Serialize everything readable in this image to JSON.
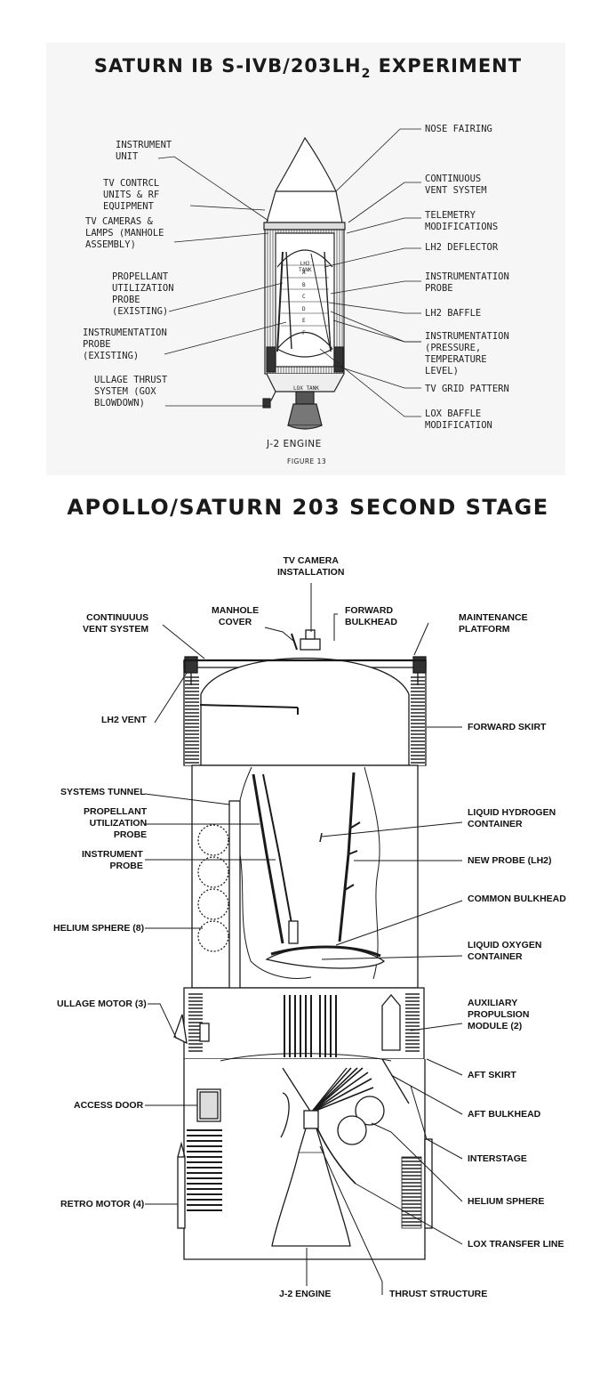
{
  "figure1": {
    "title_main": "SATURN IB S-IVB/203LH",
    "title_sub": "2",
    "title_end": " EXPERIMENT",
    "caption_engine": "J-2 ENGINE",
    "caption_figure": "FIGURE 13",
    "tank_labels": [
      "LH2",
      "TANK",
      "A",
      "B",
      "C",
      "D",
      "E",
      "F",
      "LOX TANK"
    ],
    "labels_left": {
      "instrument_unit": "INSTRUMENT\nUNIT",
      "tv_control": "TV CONTRCL\nUNITS & RF\nEQUIPMENT",
      "tv_cameras": "TV CAMERAS &\nLAMPS (MANHOLE\nASSEMBLY)",
      "pu_probe": "PROPELLANT\nUTILIZATION\nPROBE\n(EXISTING)",
      "instr_probe": "INSTRUMENTATION\nPROBE\n(EXISTING)",
      "ullage_thrust": "ULLAGE THRUST\nSYSTEM (GOX\nBLOWDOWN)"
    },
    "labels_right": {
      "nose_fairing": "NOSE FAIRING",
      "vent_system": "CONTINUOUS\nVENT SYSTEM",
      "telemetry": "TELEMETRY\nMODIFICATIONS",
      "lh2_deflector": "LH2 DEFLECTOR",
      "instr_probe": "INSTRUMENTATION\nPROBE",
      "lh2_baffle": "LH2 BAFFLE",
      "instrumentation": "INSTRUMENTATION\n(PRESSURE,\nTEMPERATURE\nLEVEL)",
      "tv_grid": "TV GRID PATTERN",
      "lox_baffle": "LOX BAFFLE\nMODIFICATION"
    }
  },
  "figure2": {
    "title": "APOLLO/SATURN 203 SECOND STAGE",
    "labels_top": {
      "tv_camera": "TV CAMERA\nINSTALLATION",
      "manhole": "MANHOLE\nCOVER",
      "forward_bulkhead": "FORWARD\nBULKHEAD"
    },
    "labels_left": {
      "vent_system": "CONTINUUUS\nVENT SYSTEM",
      "lh2_vent": "LH2 VENT",
      "systems_tunnel": "SYSTEMS TUNNEL",
      "pu_probe": "PROPELLANT\nUTILIZATION\nPROBE",
      "instr_probe": "INSTRUMENT\nPROBE",
      "helium_sphere_8": "HELIUM SPHERE (8)",
      "ullage_motor": "ULLAGE MOTOR (3)",
      "access_door": "ACCESS DOOR",
      "retro_motor": "RETRO MOTOR (4)"
    },
    "labels_right": {
      "maintenance": "MAINTENANCE\nPLATFORM",
      "forward_skirt": "FORWARD SKIRT",
      "lh2_container": "LIQUID HYDROGEN\nCONTAINER",
      "new_probe": "NEW PROBE (LH2)",
      "common_bulkhead": "COMMON BULKHEAD",
      "lox_container": "LIQUID OXYGEN\nCONTAINER",
      "aux_propulsion": "AUXILIARY\nPROPULSION\nMODULE (2)",
      "aft_skirt": "AFT SKIRT",
      "aft_bulkhead": "AFT BULKHEAD",
      "interstage": "INTERSTAGE",
      "helium_sphere": "HELIUM SPHERE",
      "lox_transfer": "LOX TRANSFER LINE"
    },
    "labels_bottom": {
      "j2_engine": "J-2 ENGINE",
      "thrust_structure": "THRUST STRUCTURE"
    }
  }
}
